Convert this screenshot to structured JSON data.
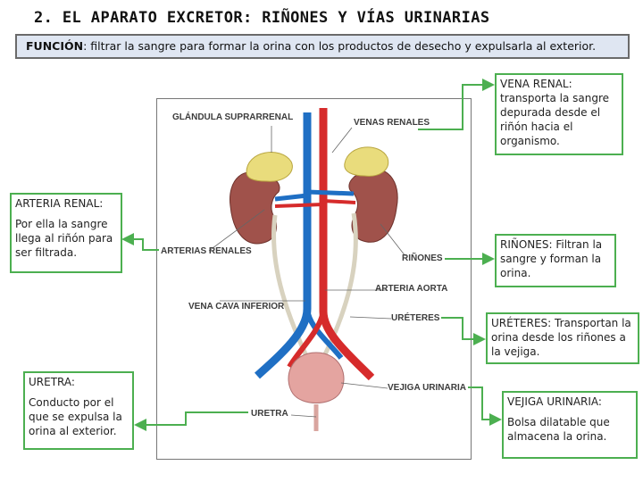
{
  "title": "2. EL APARATO EXCRETOR: RIÑONES Y VÍAS URINARIAS",
  "funcion": {
    "label": "FUNCIÓN",
    "text": ": filtrar la sangre para formar la orina con los productos de desecho y expulsarla al exterior."
  },
  "diagram_labels": {
    "glandula": "GLÁNDULA SUPRARRENAL",
    "venas_renales": "VENAS RENALES",
    "arterias_renales": "ARTERIAS RENALES",
    "rinones": "RIÑONES",
    "arteria_aorta": "ARTERIA AORTA",
    "vena_cava": "VENA CAVA INFERIOR",
    "ureteres": "URÉTERES",
    "vejiga": "VEJIGA URINARIA",
    "uretra": "URETRA"
  },
  "boxes": {
    "vena_renal": {
      "head": "VENA RENAL:",
      "body": "transporta la sangre depurada desde el riñón hacia el organismo."
    },
    "arteria_renal": {
      "head": "ARTERIA RENAL:",
      "body": "Por ella la sangre llega al riñón para ser filtrada."
    },
    "rinones": {
      "head": "RIÑONES: Filtran la sangre y forman la orina."
    },
    "ureteres": {
      "head": "URÉTERES: Transportan la orina desde los riñones a la vejiga."
    },
    "uretra": {
      "head": "URETRA:",
      "body": "Conducto por el que se expulsa la orina al exterior."
    },
    "vejiga": {
      "head": "VEJIGA URINARIA:",
      "body": "Bolsa dilatable que almacena la orina."
    }
  },
  "colors": {
    "box_border": "#4caf50",
    "funcion_bg": "#dfe6f2",
    "vein": "#1f6fc4",
    "artery": "#d62b2b",
    "kidney": "#a0524b",
    "gland": "#e9dc7c",
    "bladder": "#e4a4a0"
  }
}
